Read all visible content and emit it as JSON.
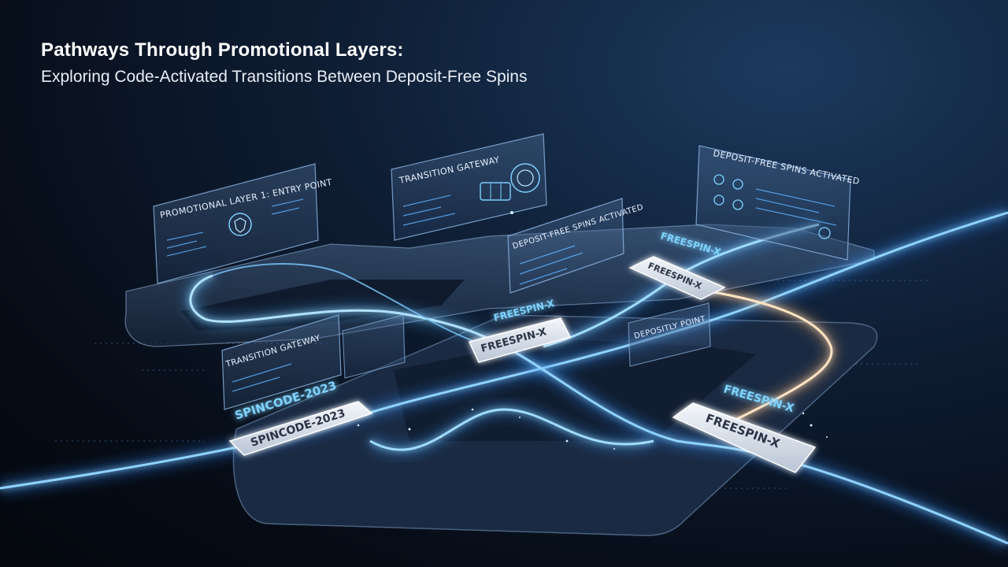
{
  "title": "Pathways Through Promotional Layers:",
  "subtitle": "Exploring Code-Activated Transitions Between Deposit-Free Spins",
  "panels": {
    "entry": {
      "label": "PROMOTIONAL LAYER 1: ENTRY POINT"
    },
    "gateway_top": {
      "label": "TRANSITION GATEWAY"
    },
    "spins_mid": {
      "label": "DEPOSIT-FREE SPINS ACTIVATED"
    },
    "spins_right": {
      "label": "DEPOSIT-FREE SPINS ACTIVATED"
    },
    "gateway_low": {
      "label": "TRANSITION GATEWAY"
    },
    "depositly": {
      "label": "DEPOSITLY POINT"
    }
  },
  "codes": {
    "spincode_chip": "SPINCODE-2023",
    "spincode_float": "SPINCODE-2023",
    "freespin_center_chip": "FREESPIN-X",
    "freespin_center_float": "FREESPIN-X",
    "freespin_top_chip": "FREESPIN-X",
    "freespin_top_float": "FREESPIN-X",
    "freespin_right_chip": "FREESPIN-X",
    "freespin_right_float": "FREESPIN-X"
  },
  "colors": {
    "accent": "#4fb8ff",
    "glow": "#8fd9ff",
    "warm_glow": "#ffd7a8",
    "background": "#070d18"
  }
}
